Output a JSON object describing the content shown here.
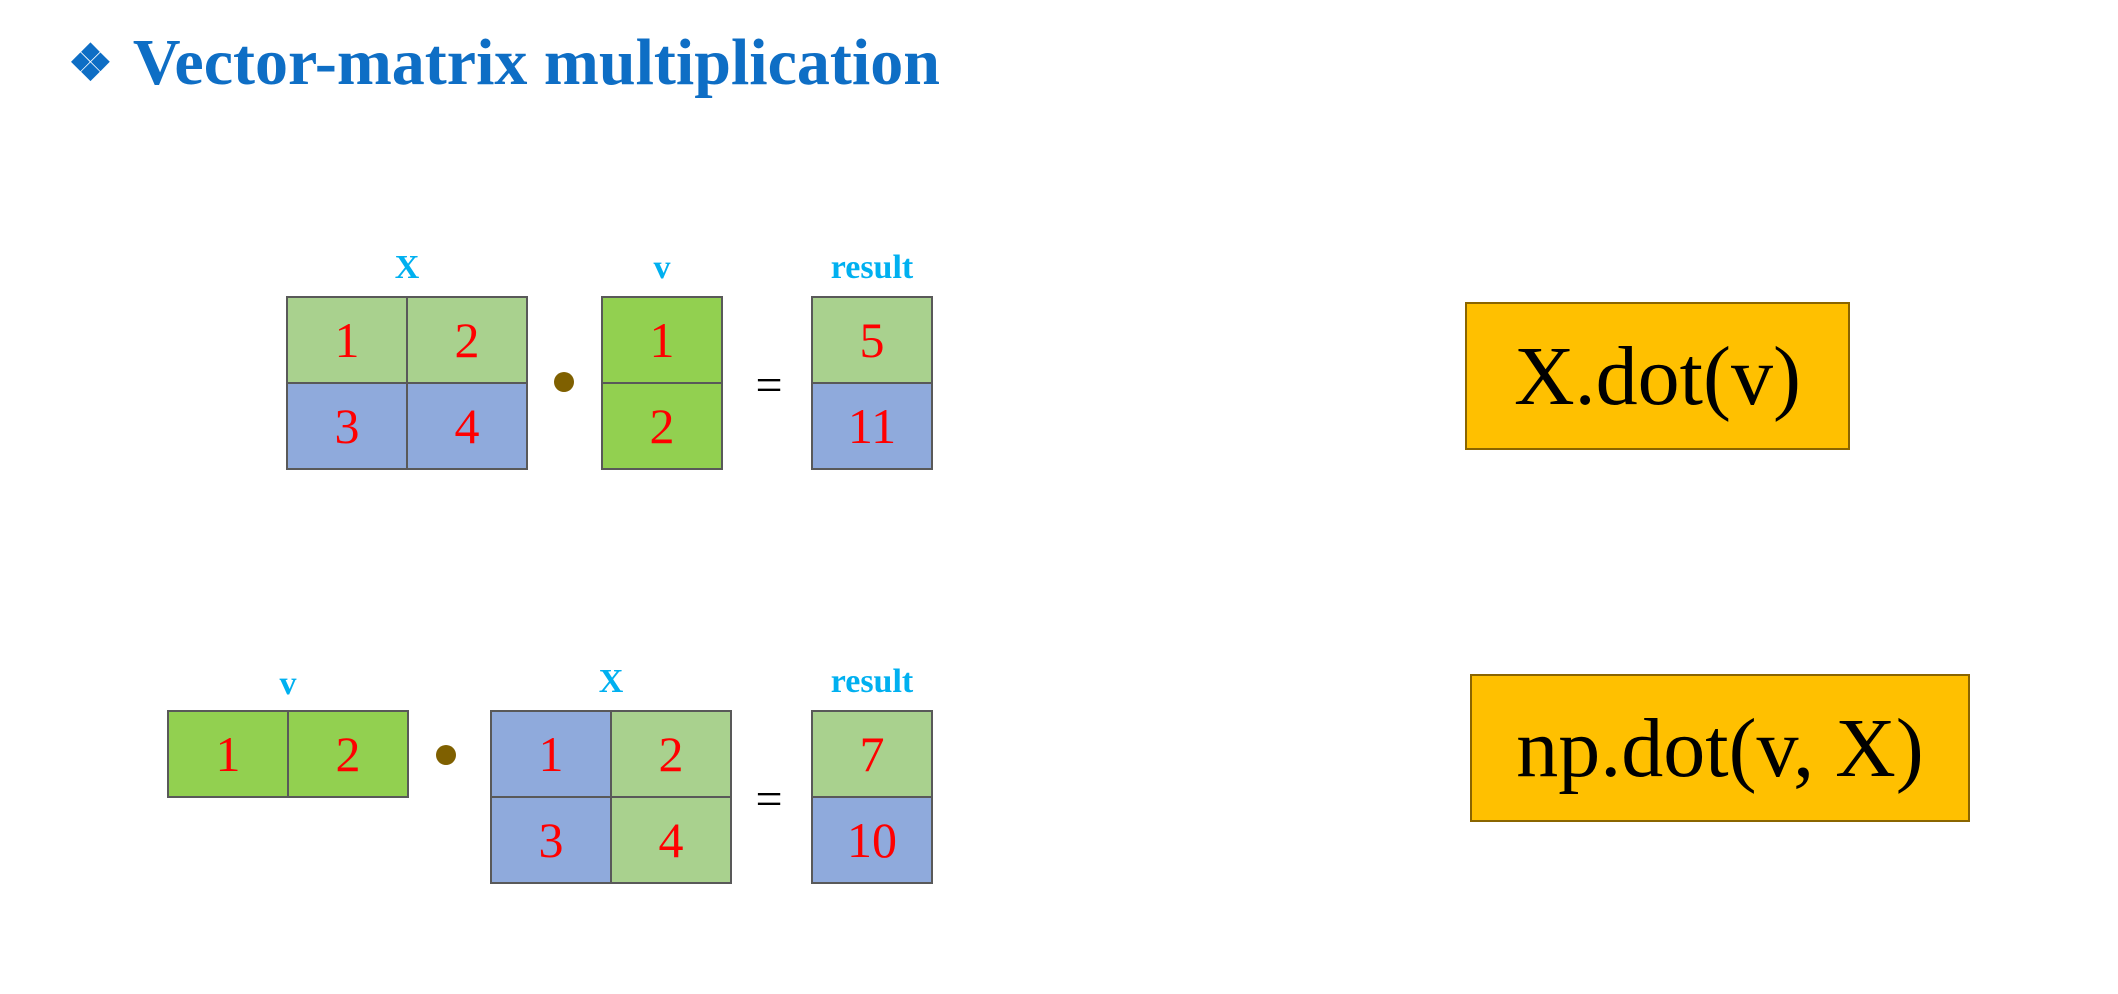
{
  "title": {
    "bullet": "❖",
    "text": "Vector-matrix multiplication"
  },
  "example1": {
    "left_label": "X",
    "left": [
      [
        "1",
        "2"
      ],
      [
        "3",
        "4"
      ]
    ],
    "right_label": "v",
    "right": [
      "1",
      "2"
    ],
    "result_label": "result",
    "result": [
      "5",
      "11"
    ],
    "equals": "=",
    "code": "X.dot(v)"
  },
  "example2": {
    "left_label": "v",
    "left": [
      "1",
      "2"
    ],
    "right_label": "X",
    "right": [
      [
        "1",
        "2"
      ],
      [
        "3",
        "4"
      ]
    ],
    "result_label": "result",
    "result": [
      "7",
      "10"
    ],
    "equals": "=",
    "code": "np.dot(v, X)"
  },
  "colors": {
    "title": "#0E6EC5",
    "label": "#00B0F0",
    "cell_text": "#FF0000",
    "light_green": "#A9D18E",
    "blue": "#8FAADC",
    "bright_green": "#92D050",
    "code_box": "#FFC000",
    "dot": "#7F6000"
  }
}
